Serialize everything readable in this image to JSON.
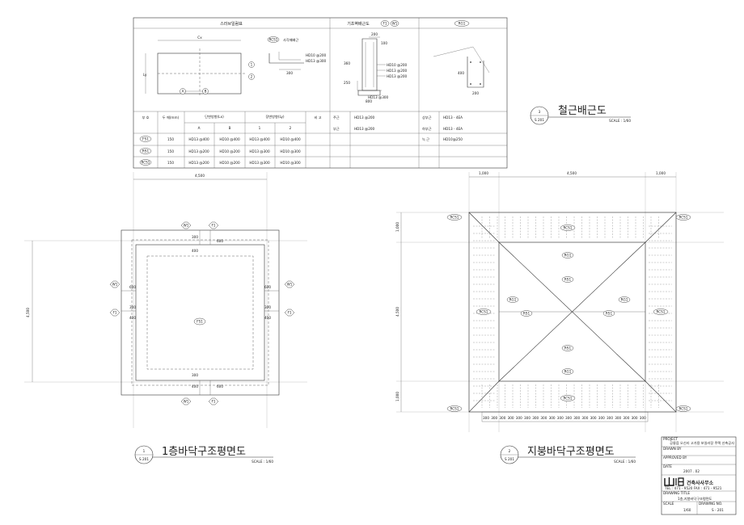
{
  "schedule": {
    "title_main": "스라브일람표",
    "title_wall": "기초벽배근도",
    "title_rg": "RG1",
    "label_cx": "Cx",
    "label_rcs": "RCS1",
    "label_rcs_desc": "사각패배근",
    "rebar_top": "HD10 @200",
    "rebar_bot": "HD13 @300",
    "dim_300": "300",
    "label_a": "A",
    "label_b": "B",
    "label_1": "1",
    "label_2": "2",
    "wall_tag_f1": "F1",
    "wall_tag_w1": "W1",
    "wall_dims": [
      "200",
      "100",
      "360",
      "250",
      "800"
    ],
    "wall_rebars": [
      "HD10 @200",
      "HD13 @200",
      "HD13 @200",
      "HD13 @300"
    ],
    "rg_dims": [
      "400",
      "200"
    ],
    "headers": [
      "부 호",
      "두 께(mm)",
      "단변방향(Lx)",
      "장변방향(Ly)",
      "비 고"
    ],
    "subheaders": [
      "A",
      "B",
      "1",
      "2"
    ],
    "rows": [
      {
        "code": "FS1",
        "thick": "150",
        "a": "HD13 @400",
        "b": "HD10 @400",
        "c": "HD13 @400",
        "d": "HD10 @400"
      },
      {
        "code": "RS1",
        "thick": "150",
        "a": "HD13 @200",
        "b": "HD10 @200",
        "c": "HD13 @300",
        "d": "HD10 @300"
      },
      {
        "code": "RCS1",
        "thick": "150",
        "a": "HD13 @200",
        "b": "HD10 @200",
        "c": "HD13 @300",
        "d": "HD10 @300"
      }
    ],
    "wall_rows": [
      {
        "k": "주근",
        "v": "HD13 @200"
      },
      {
        "k": "부근",
        "v": "HD13 @200"
      }
    ],
    "rg_rows": [
      {
        "k": "상부근",
        "v": "HD13 - 4EA"
      },
      {
        "k": "하부근",
        "v": "HD13 - 4EA"
      },
      {
        "k": "늑 근",
        "v": "HD10@250"
      }
    ]
  },
  "titles": {
    "rebar": {
      "num": "3",
      "sheet": "S 201",
      "name": "철근배근도",
      "scale": "SCALE : 1/60"
    },
    "floor1": {
      "num": "1",
      "sheet": "S 201",
      "name": "1층바닥구조평면도",
      "scale": "SCALE : 1/60"
    },
    "roof": {
      "num": "2",
      "sheet": "S 201",
      "name": "지붕바닥구조평면도",
      "scale": "SCALE : 1/60"
    }
  },
  "plan1": {
    "dim_top": "4,500",
    "dim_left": "4,500",
    "center_tag": "FS1",
    "tags": [
      "W1",
      "F1",
      "W1",
      "F1",
      "W1",
      "F1",
      "W1",
      "F1"
    ],
    "small_dims": [
      "300",
      "600",
      "400",
      "300",
      "600",
      "400",
      "600",
      "300",
      "400",
      "600",
      "300",
      "400"
    ]
  },
  "plan2": {
    "dim_top": [
      "1,000",
      "4,500",
      "1,000"
    ],
    "dim_left": [
      "1,000",
      "4,500",
      "1,000"
    ],
    "corner_tag": "RCS1",
    "edge_tag": "RCS1",
    "rs_tag": "RS1",
    "rg_tag": "RG1",
    "bottom_dims": [
      "300",
      "300",
      "300",
      "300",
      "300",
      "300",
      "300",
      "300",
      "300",
      "300",
      "300",
      "300",
      "300",
      "300",
      "300",
      "300",
      "300",
      "300",
      "300",
      "300"
    ]
  },
  "titlebox": {
    "project_label": "PROJECT",
    "project": "공릉읍 오신리 고가용 보일러장 주택 신축공사",
    "drawn_label": "DRAWN BY",
    "approved_label": "APPROVED BY",
    "date_label": "DATE",
    "date": "2007 . 02",
    "firm": "건축사사무소",
    "firm_tel": "TEL : 471 - 9520   FAX : 471 - 9521",
    "drawing_title_label": "DRAWING TITLE",
    "drawing_title": "1층,지붕바닥구조평면도",
    "scale_label": "SCALE",
    "scale": "1/60",
    "drawing_no_label": "DRAWING NO.",
    "drawing_no": "S - 201"
  }
}
